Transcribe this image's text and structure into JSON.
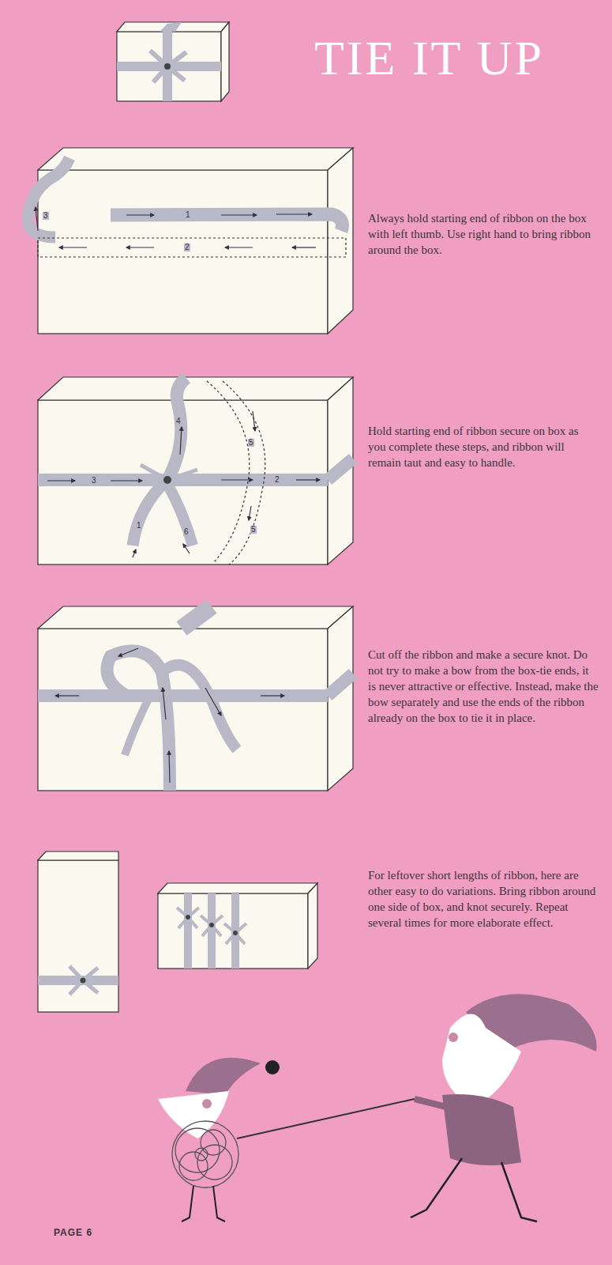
{
  "diagram": {
    "title": "TIE IT UP",
    "labels": [
      "3",
      "1",
      "2",
      "Always hold starting end of ribbon on the box with left thumb. Use right hand to bring ribbon around the box.",
      "4",
      "5",
      "3",
      "2",
      "1",
      "6",
      "5",
      "Hold starting end of ribbon secure on box as you complete these steps, and ribbon will remain taut and easy to handle.",
      "Cut off the ribbon and make a secure knot. Do not try to make a bow from the box-tie ends, it is never attractive or effective. Instead, make the bow separately and use the ends of the ribbon already on the box to tie it in place.",
      "For leftover short lengths of ribbon, here are other easy to do variations. Bring ribbon around one side of box, and knot securely. Repeat several times for more elaborate effect.",
      "PAGE 6"
    ]
  }
}
